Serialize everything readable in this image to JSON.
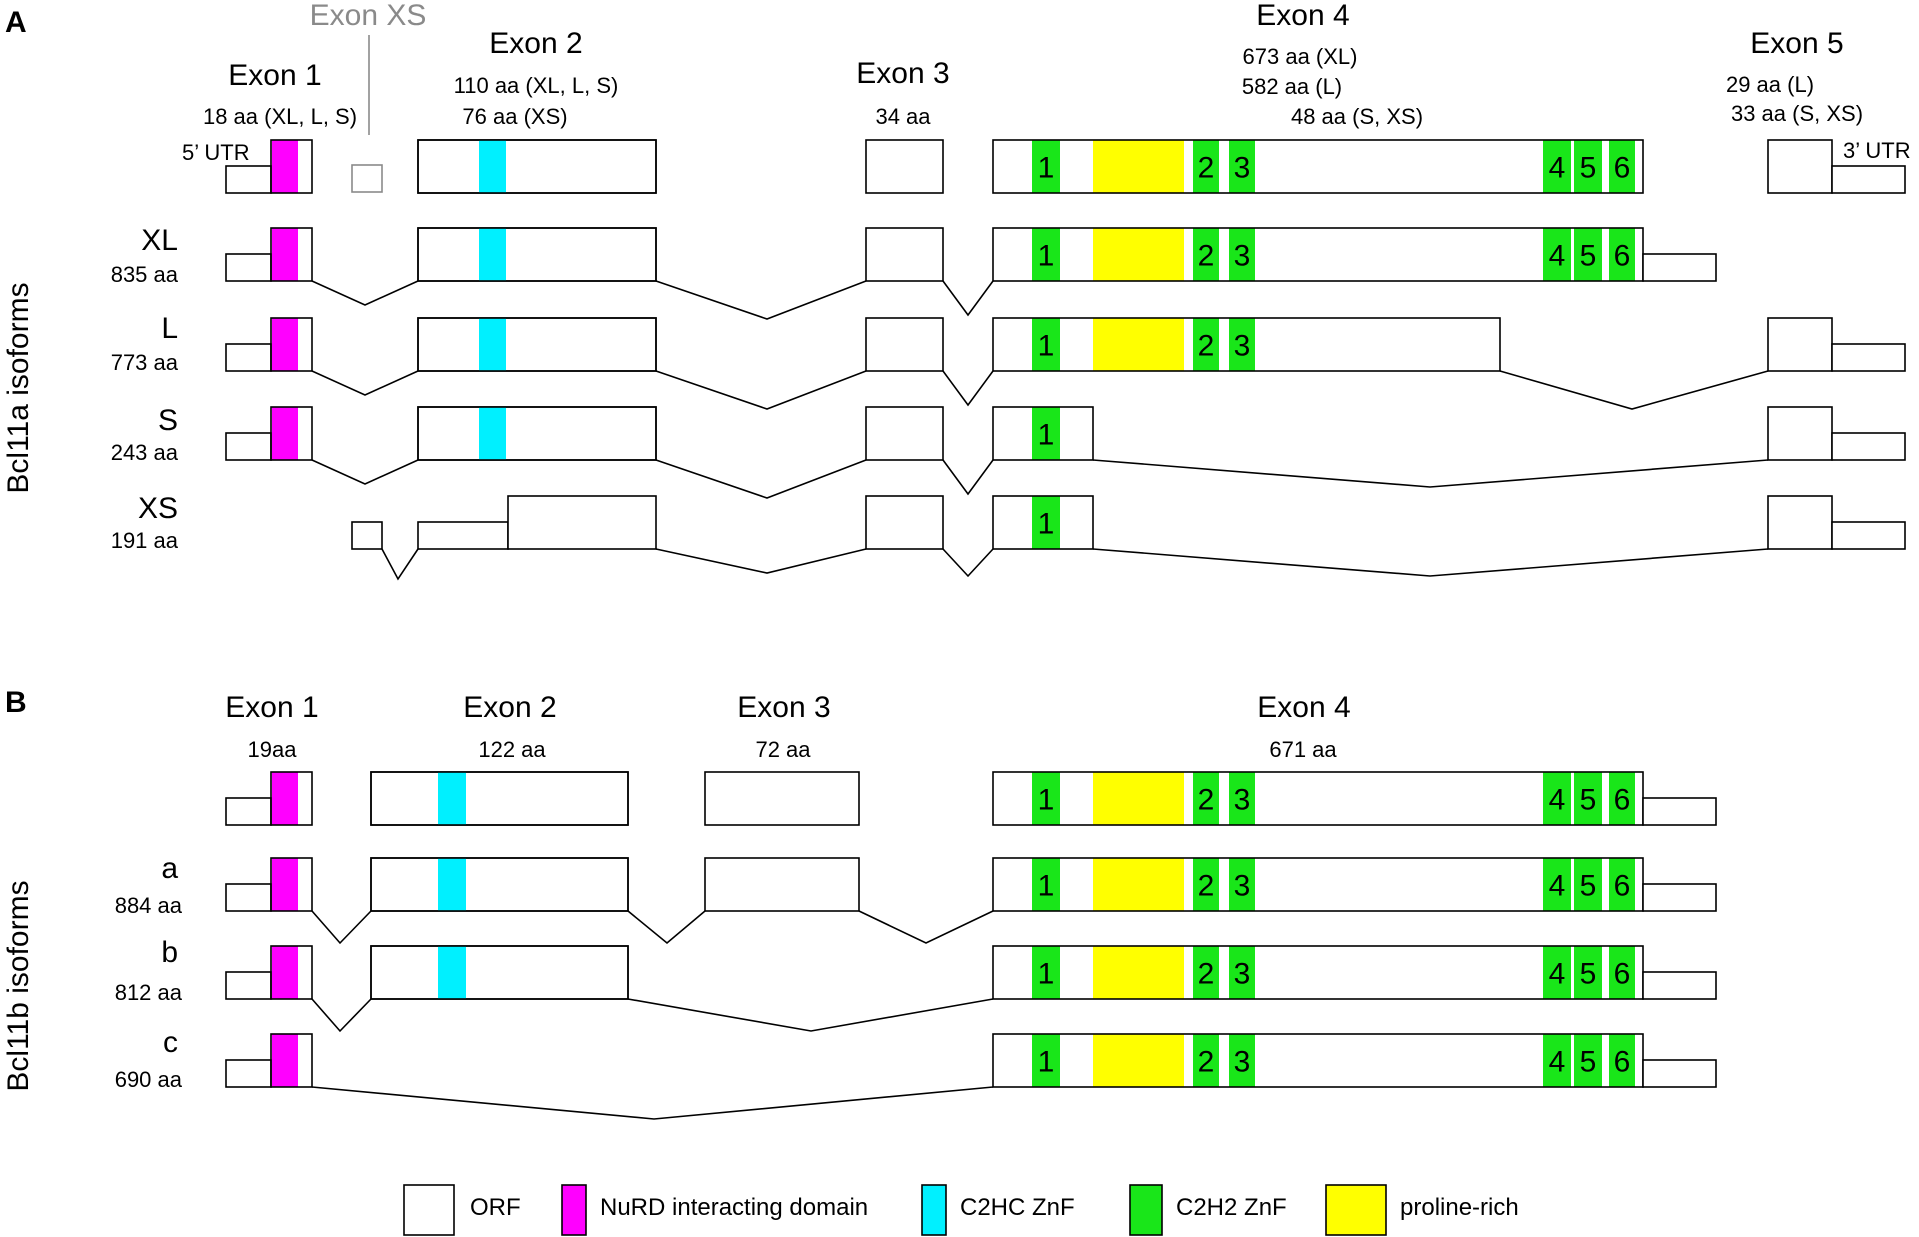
{
  "colors": {
    "orf": "#ffffff",
    "nurd": "#ff00ff",
    "c2hc": "#00f0ff",
    "c2h2": "#19e619",
    "proline": "#ffff00",
    "outline": "#000000",
    "exon_xs": "#8a8a8a"
  },
  "panel_a": {
    "label": "A",
    "group_label": "Bcl11a isoforms",
    "exon_xs_label": "Exon XS",
    "exons": [
      {
        "name": "Exon 1",
        "aa": [
          "18 aa (XL, L, S)"
        ]
      },
      {
        "name": "Exon 2",
        "aa": [
          "110 aa (XL, L, S)",
          "76 aa (XS)"
        ]
      },
      {
        "name": "Exon 3",
        "aa": [
          "34 aa"
        ]
      },
      {
        "name": "Exon 4",
        "aa": [
          "673 aa (XL)",
          "582 aa (L)",
          "48 aa (S, XS)"
        ]
      },
      {
        "name": "Exon 5",
        "aa": [
          "29 aa (L)",
          "33 aa (S, XS)"
        ]
      }
    ],
    "utr5": "5’ UTR",
    "utr3": "3’ UTR",
    "isoforms": [
      {
        "name": "XL",
        "length": "835 aa"
      },
      {
        "name": "L",
        "length": "773 aa"
      },
      {
        "name": "S",
        "length": "243 aa"
      },
      {
        "name": "XS",
        "length": "191 aa"
      }
    ]
  },
  "panel_b": {
    "label": "B",
    "group_label": "Bcl11b isoforms",
    "exons": [
      {
        "name": "Exon 1",
        "aa": "19aa"
      },
      {
        "name": "Exon 2",
        "aa": "122 aa"
      },
      {
        "name": "Exon 3",
        "aa": "72 aa"
      },
      {
        "name": "Exon 4",
        "aa": "671 aa"
      }
    ],
    "isoforms": [
      {
        "name": "a",
        "length": "884 aa"
      },
      {
        "name": "b",
        "length": "812 aa"
      },
      {
        "name": "c",
        "length": "690 aa"
      }
    ]
  },
  "znf_numbers": [
    "1",
    "2",
    "3",
    "4",
    "5",
    "6"
  ],
  "legend": [
    "ORF",
    "NuRD interacting domain",
    "C2HC ZnF",
    "C2H2 ZnF",
    "proline-rich"
  ]
}
